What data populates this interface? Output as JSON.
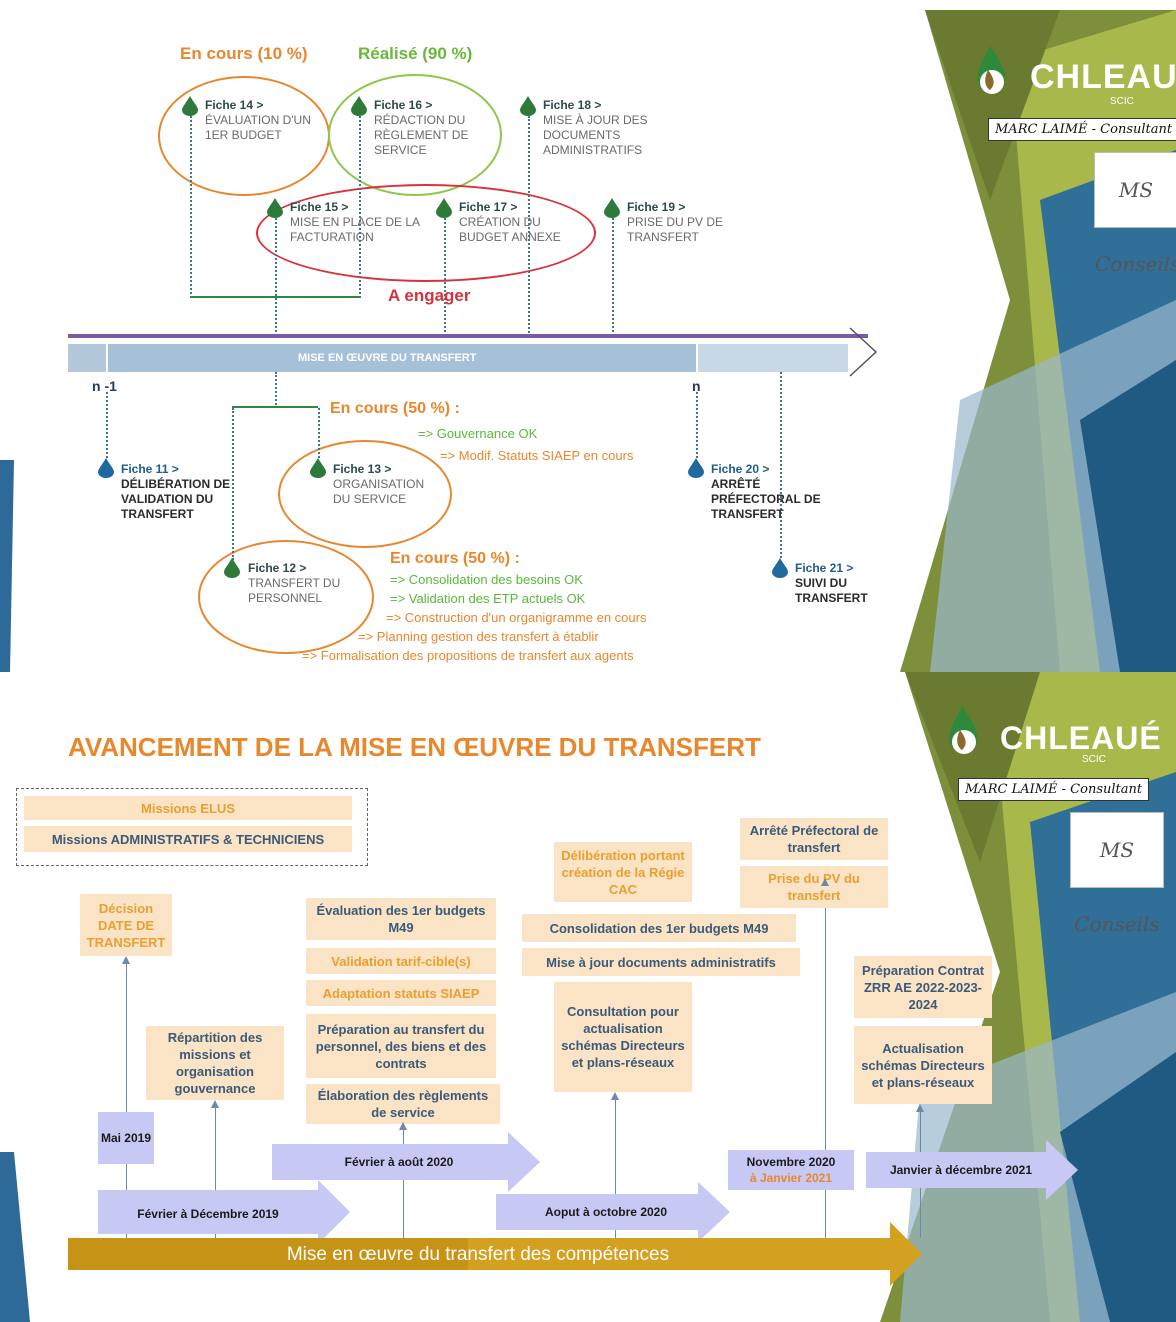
{
  "brand": {
    "name": "CHLEAUÉ",
    "sub": "SCIC",
    "consultant": "MARC LAIMÉ - Consultant",
    "ms": "MS Conseils"
  },
  "slide1": {
    "status_in_progress_10": "En cours (10 %)",
    "status_done_90": "Réalisé (90 %)",
    "to_start": "A engager",
    "timeline_label": "MISE EN ŒUVRE DU TRANSFERT",
    "n_minus_1": "n -1",
    "n": "n",
    "fiches": {
      "f14": {
        "title": "Fiche 14  >",
        "desc": "ÉVALUATION D'UN 1ER BUDGET"
      },
      "f16": {
        "title": "Fiche 16  >",
        "desc": "RÉDACTION DU RÈGLEMENT DE SERVICE"
      },
      "f18": {
        "title": "Fiche 18  >",
        "desc": "MISE À JOUR DES DOCUMENTS ADMINISTRATIFS"
      },
      "f15": {
        "title": "Fiche 15  >",
        "desc": "MISE EN PLACE DE LA FACTURATION"
      },
      "f17": {
        "title": "Fiche 17  >",
        "desc": "CRÉATION DU BUDGET ANNEXE"
      },
      "f19": {
        "title": "Fiche 19  >",
        "desc": "PRISE DU PV DE TRANSFERT"
      },
      "f11": {
        "title": "Fiche 11  >",
        "desc": "DÉLIBÉRATION DE VALIDATION DU TRANSFERT"
      },
      "f13": {
        "title": "Fiche 13  >",
        "desc": "ORGANISATION DU SERVICE"
      },
      "f12": {
        "title": "Fiche 12  >",
        "desc": "TRANSFERT DU PERSONNEL"
      },
      "f20": {
        "title": "Fiche 20  >",
        "desc": "ARRÊTÉ PRÉFECTORAL DE TRANSFERT"
      },
      "f21": {
        "title": "Fiche 21  >",
        "desc": "SUIVI DU TRANSFERT"
      }
    },
    "block_a": {
      "title": "En cours (50 %) :",
      "l1": "=> Gouvernance OK",
      "l2": "=> Modif. Statuts SIAEP en cours"
    },
    "block_b": {
      "title": "En cours (50 %) :",
      "l1": "=> Consolidation des besoins OK",
      "l2": "=> Validation des ETP actuels OK",
      "l3": "=> Construction d'un organigramme en cours",
      "l4": "=> Planning gestion des transfert à établir",
      "l5": "=> Formalisation des propositions de transfert aux agents"
    }
  },
  "slide2": {
    "title": "AVANCEMENT DE LA MISE EN ŒUVRE DU TRANSFERT",
    "legend": {
      "elus": "Missions ELUS",
      "admin": "Missions ADMINISTRATIFS & TECHNICIENS"
    },
    "boxes": {
      "decision": "Décision DATE DE TRANSFERT",
      "repartition": "Répartition des missions et organisation gouvernance",
      "evaluation": "Évaluation des 1er budgets M49",
      "validation": "Validation tarif-cible(s)",
      "adaptation": "Adaptation statuts SIAEP",
      "preparation": "Préparation au transfert du personnel, des biens et des contrats",
      "elaboration": "Élaboration des règlements de service",
      "deliberation": "Délibération portant création de la Régie CAC",
      "consolidation": "Consolidation des 1er budgets M49",
      "maj": "Mise à jour documents administratifs",
      "consultation": "Consultation pour actualisation schémas Directeurs et plans-réseaux",
      "arrete": "Arrêté Préfectoral de transfert",
      "prise_pv": "Prise du PV du transfert",
      "contrat_zrr": "Préparation Contrat ZRR AE 2022-2023-2024",
      "actualisation": "Actualisation schémas Directeurs et plans-réseaux"
    },
    "periods": {
      "mai": "Mai 2019",
      "fev_dec_2019": "Février à Décembre 2019",
      "fev_aout_2020": "Février à août 2020",
      "aout_oct_2020": "Aoput à octobre 2020",
      "nov_2020": "Novembre 2020",
      "janv_2021": "à Janvier 2021",
      "janv_dec_2021": "Janvier à décembre 2021"
    },
    "main_arrow": "Mise en œuvre du transfert des compétences"
  }
}
